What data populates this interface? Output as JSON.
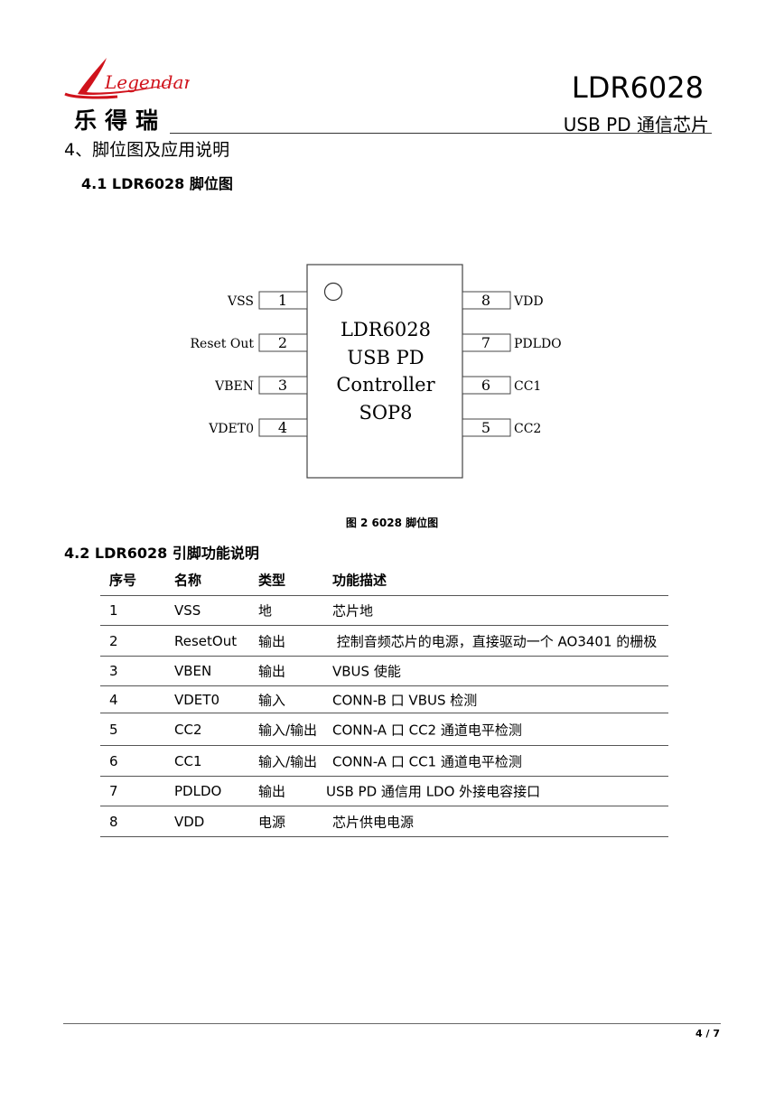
{
  "header": {
    "logo_script": "Legendary",
    "logo_cn": "乐得瑞",
    "product": "LDR6028",
    "subtitle": "USB  PD 通信芯片",
    "brand_color": "#d0121b"
  },
  "section4_title": "4、脚位图及应用说明",
  "section41_title": "4.1  LDR6028 脚位图",
  "chip": {
    "name_lines": [
      "LDR6028",
      "USB PD",
      "Controller",
      "SOP8"
    ],
    "left_pins": [
      {
        "num": "1",
        "label": "VSS"
      },
      {
        "num": "2",
        "label": "Reset Out"
      },
      {
        "num": "3",
        "label": "VBEN"
      },
      {
        "num": "4",
        "label": "VDET0"
      }
    ],
    "right_pins": [
      {
        "num": "8",
        "label": "VDD"
      },
      {
        "num": "7",
        "label": "PDLDO"
      },
      {
        "num": "6",
        "label": "CC1"
      },
      {
        "num": "5",
        "label": "CC2"
      }
    ]
  },
  "figure_caption": "图 2 6028 脚位图",
  "section42_title": "4.2  LDR6028 引脚功能说明",
  "table": {
    "headers": [
      "序号",
      "名称",
      "类型",
      "功能描述"
    ],
    "rows": [
      [
        "1",
        "VSS",
        "地",
        "芯片地"
      ],
      [
        "2",
        "ResetOut",
        "输出",
        " 控制音频芯片的电源，直接驱动一个 AO3401 的栅极"
      ],
      [
        "3",
        "VBEN",
        "输出",
        "VBUS 使能"
      ],
      [
        "4",
        "VDET0",
        "输入",
        "CONN-B 口 VBUS 检测"
      ],
      [
        "5",
        "CC2",
        "输入/输出",
        "CONN-A 口 CC2 通道电平检测"
      ],
      [
        "6",
        "CC1",
        "输入/输出",
        "CONN-A 口 CC1 通道电平检测"
      ],
      [
        "7",
        "PDLDO",
        "输出",
        "USB PD 通信用 LDO 外接电容接口"
      ],
      [
        "8",
        "VDD",
        "电源",
        "芯片供电电源"
      ]
    ]
  },
  "footer": {
    "page": "4 / 7"
  }
}
